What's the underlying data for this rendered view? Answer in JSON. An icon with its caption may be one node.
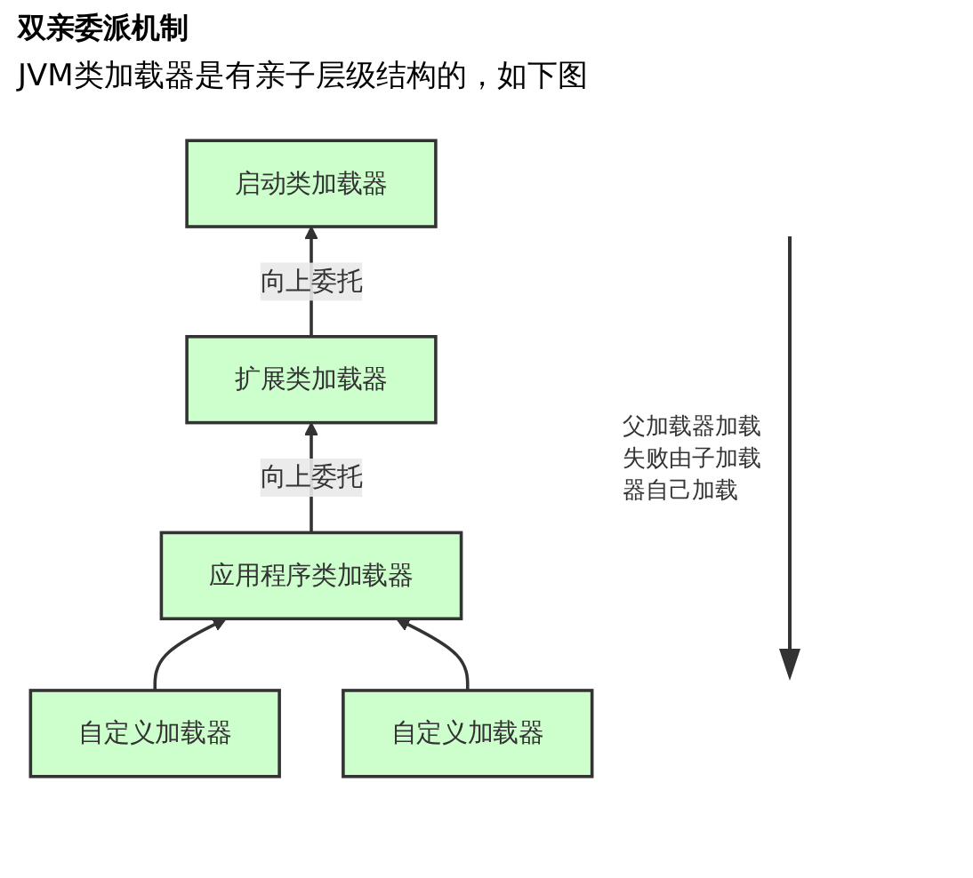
{
  "diagram": {
    "title": "双亲委派机制",
    "nodes": [
      {
        "text": [
          "启动类加载器"
        ]
      },
      {
        "text": [
          "扩展类加载器"
        ]
      },
      {
        "text": [
          "应用程序类加载器"
        ]
      },
      {
        "text": [
          "自定义加载器"
        ]
      },
      {
        "text": [
          "自定义加载器"
        ]
      }
    ],
    "edges": [
      {
        "from": 1,
        "to": 0,
        "arrow": "to",
        "label": "向上委托"
      },
      {
        "from": 2,
        "to": 1,
        "arrow": "to",
        "label": "向上委托"
      },
      {
        "from": 3,
        "to": 2,
        "arrow": "to"
      },
      {
        "from": 4,
        "to": 2,
        "arrow": "to"
      }
    ],
    "labels": [
      "JVM类加载器是有亲子层级结构的，如下图",
      "父加载器加载失败由子加载器自己加载"
    ]
  }
}
